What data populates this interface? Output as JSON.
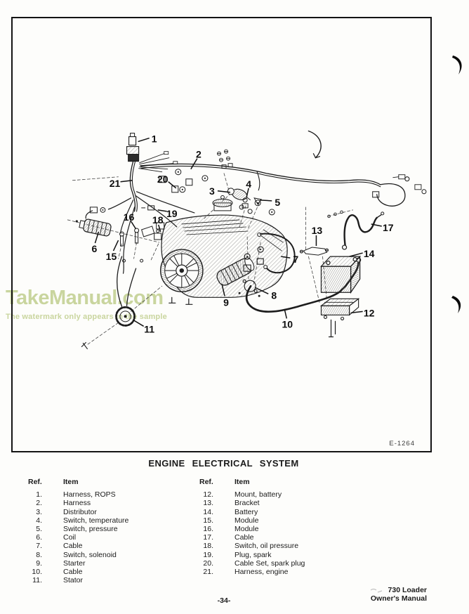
{
  "page": {
    "figure_code": "E-1264",
    "title": "ENGINE  ELECTRICAL  SYSTEM",
    "page_number": "-34-",
    "doc_line1": "730 Loader",
    "doc_line2": "Owner's Manual"
  },
  "watermark": {
    "title": "TakeManual.com",
    "subtitle": "The watermark only appears in the sample",
    "color": "#c9d59e"
  },
  "callout_labels": [
    "1",
    "2",
    "3",
    "4",
    "5",
    "6",
    "7",
    "8",
    "9",
    "10",
    "11",
    "12",
    "13",
    "14",
    "15",
    "16",
    "17",
    "18",
    "19",
    "20",
    "21"
  ],
  "parts_table": {
    "left": {
      "ref_header": "Ref.",
      "item_header": "Item",
      "rows": [
        {
          "ref": "1.",
          "item": "Harness, ROPS"
        },
        {
          "ref": "2.",
          "item": "Harness"
        },
        {
          "ref": "3.",
          "item": "Distributor"
        },
        {
          "ref": "4.",
          "item": "Switch, temperature"
        },
        {
          "ref": "5.",
          "item": "Switch, pressure"
        },
        {
          "ref": "6.",
          "item": "Coil"
        },
        {
          "ref": "7.",
          "item": "Cable"
        },
        {
          "ref": "8.",
          "item": "Switch, solenoid"
        },
        {
          "ref": "9.",
          "item": "Starter"
        },
        {
          "ref": "10.",
          "item": "Cable"
        },
        {
          "ref": "11.",
          "item": "Stator"
        }
      ]
    },
    "right": {
      "ref_header": "Ref.",
      "item_header": "Item",
      "rows": [
        {
          "ref": "12.",
          "item": "Mount, battery"
        },
        {
          "ref": "13.",
          "item": "Bracket"
        },
        {
          "ref": "14.",
          "item": "Battery"
        },
        {
          "ref": "15.",
          "item": "Module"
        },
        {
          "ref": "16.",
          "item": "Module"
        },
        {
          "ref": "17.",
          "item": "Cable"
        },
        {
          "ref": "18.",
          "item": "Switch, oil pressure"
        },
        {
          "ref": "19.",
          "item": "Plug, spark"
        },
        {
          "ref": "20.",
          "item": "Cable Set, spark plug"
        },
        {
          "ref": "21.",
          "item": "Harness, engine"
        }
      ]
    }
  }
}
